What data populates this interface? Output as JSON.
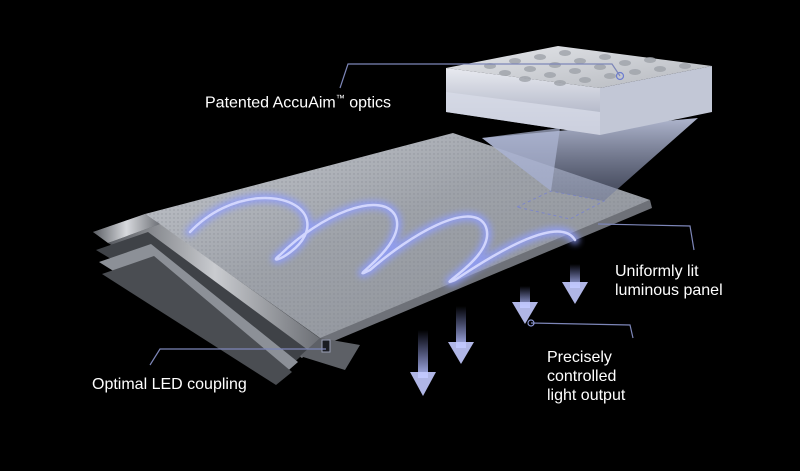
{
  "callouts": {
    "optics": {
      "text": "Patented AccuAim",
      "tm": "™",
      "suffix": " optics"
    },
    "panel": {
      "line1": "Uniformly lit",
      "line2": "luminous panel"
    },
    "output": {
      "line1": "Precisely",
      "line2": "controlled",
      "line3": "light output"
    },
    "led": {
      "text": "Optimal LED coupling"
    }
  },
  "colors": {
    "background": "#000000",
    "leader_line": "#7d86b8",
    "light_glow": "#9aa6ff",
    "panel_silver": "#b9bcc2"
  }
}
